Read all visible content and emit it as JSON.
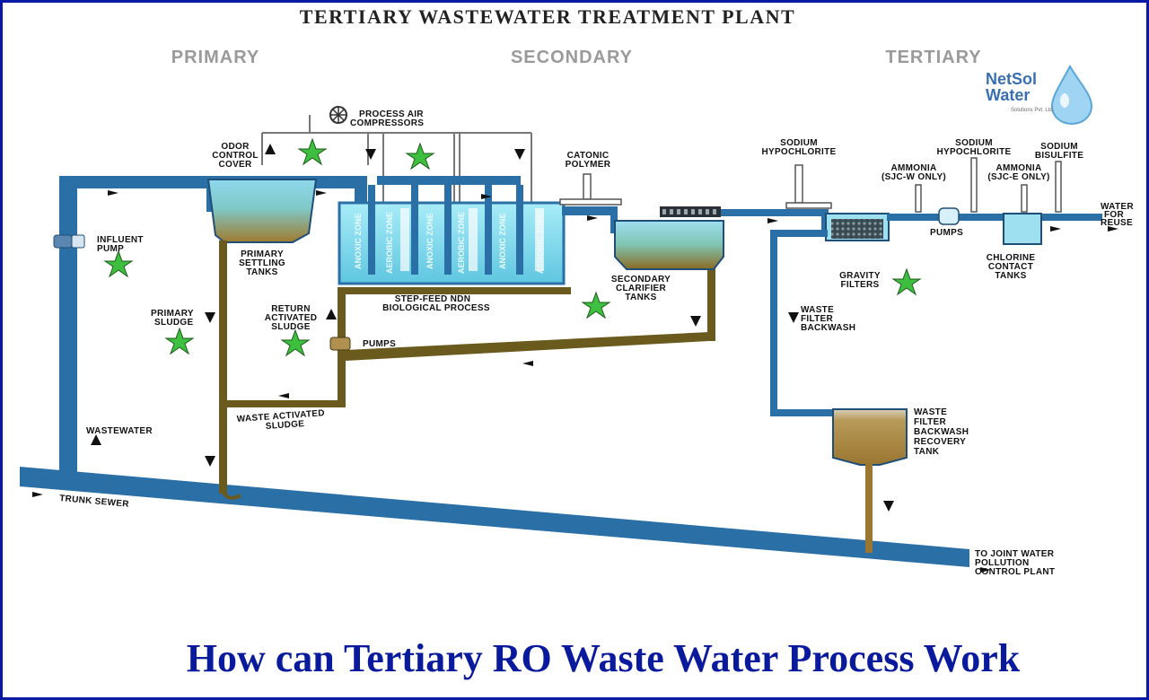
{
  "title": "TERTIARY WASTEWATER TREATMENT PLANT",
  "sections": {
    "primary": "PRIMARY",
    "secondary": "SECONDARY",
    "tertiary": "TERTIARY"
  },
  "brand": {
    "name_line1": "NetSol",
    "name_line2": "Water",
    "tagline": "Solutions Pvt. Ltd."
  },
  "labels": {
    "process_air_1": "PROCESS AIR",
    "process_air_2": "COMPRESSORS",
    "odor_1": "ODOR",
    "odor_2": "CONTROL",
    "odor_3": "COVER",
    "cationic_1": "CATONIC",
    "cationic_2": "POLYMER",
    "sodium_hypo_a_1": "SODIUM",
    "sodium_hypo_a_2": "HYPOCHLORITE",
    "sodium_hypo_b_1": "SODIUM",
    "sodium_hypo_b_2": "HYPOCHLORITE",
    "sodium_bisulfite_1": "SODIUM",
    "sodium_bisulfite_2": "BISULFITE",
    "ammonia_w_1": "AMMONIA",
    "ammonia_w_2": "(SJC-W ONLY)",
    "ammonia_e_1": "AMMONIA",
    "ammonia_e_2": "(SJC-E ONLY)",
    "water_reuse_1": "WATER",
    "water_reuse_2": "FOR",
    "water_reuse_3": "REUSE",
    "influent_pump_1": "INFLUENT",
    "influent_pump_2": "PUMP",
    "primary_sludge_1": "PRIMARY",
    "primary_sludge_2": "SLUDGE",
    "wastewater": "WASTEWATER",
    "trunk_sewer": "TRUNK SEWER",
    "primary_settling_1": "PRIMARY",
    "primary_settling_2": "SETTLING",
    "primary_settling_3": "TANKS",
    "return_activated_1": "RETURN",
    "return_activated_2": "ACTIVATED",
    "return_activated_3": "SLUDGE",
    "pumps_left": "PUMPS",
    "waste_activated_1": "WASTE ACTIVATED",
    "waste_activated_2": "SLUDGE",
    "step_feed_1": "STEP-FEED NDN",
    "step_feed_2": "BIOLOGICAL PROCESS",
    "anoxic_zone": "ANOXIC ZONE",
    "aerobic_zone": "AEROBIC ZONE",
    "secondary_clarifier_1": "SECONDARY",
    "secondary_clarifier_2": "CLARIFIER",
    "secondary_clarifier_3": "TANKS",
    "gravity_filters_1": "GRAVITY",
    "gravity_filters_2": "FILTERS",
    "pumps_right": "PUMPS",
    "chlorine_1": "CHLORINE",
    "chlorine_2": "CONTACT",
    "chlorine_3": "TANKS",
    "waste_filter_1": "WASTE",
    "waste_filter_2": "FILTER",
    "waste_filter_3": "BACKWASH",
    "recovery_1": "WASTE",
    "recovery_2": "FILTER",
    "recovery_3": "BACKWASH",
    "recovery_4": "RECOVERY",
    "recovery_5": "TANK",
    "joint_1": "TO JOINT WATER",
    "joint_2": "POLLUTION",
    "joint_3": "CONTROL PLANT"
  },
  "caption": "How can Tertiary RO Waste Water Process Work",
  "colors": {
    "pipe_blue": "#2a6fa6",
    "pipe_brown": "#6b5a1e",
    "water": "#8fd8ec",
    "sludge": "#b08a3e",
    "star": "#3fbf3f",
    "caption": "#0a1a9c"
  }
}
